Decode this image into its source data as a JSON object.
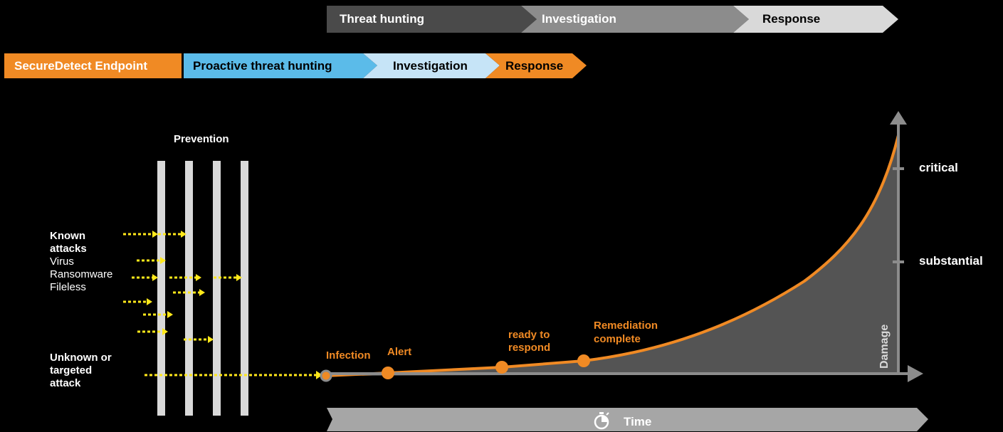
{
  "top_phases": [
    {
      "label": "Threat hunting"
    },
    {
      "label": "Investigation"
    },
    {
      "label": "Response"
    }
  ],
  "product_phases": [
    {
      "label": "SecureDetect Endpoint"
    },
    {
      "label": "Proactive threat hunting"
    },
    {
      "label": "Investigation"
    },
    {
      "label": "Response"
    }
  ],
  "prevention": {
    "title": "Prevention"
  },
  "known_attacks": {
    "heading_line1": "Known",
    "heading_line2": "attacks",
    "items": [
      "Virus",
      "Ransomware",
      "Fileless"
    ]
  },
  "unknown_attack": {
    "line1": "Unknown or",
    "line2": "targeted",
    "line3": "attack"
  },
  "timeline": {
    "events": [
      {
        "label": "Infection"
      },
      {
        "label": "Alert"
      },
      {
        "label_line1": "ready to",
        "label_line2": "respond"
      },
      {
        "label_line1": "Remediation",
        "label_line2": "complete"
      }
    ],
    "damage_levels": [
      "critical",
      "substantial"
    ],
    "y_axis_label": "Damage",
    "x_axis_label": "Time"
  },
  "colors": {
    "orange": "#f08a24",
    "light_blue": "#5bbbe9",
    "pale_blue": "#c6e4f7",
    "dark_gray": "#4a4a4a",
    "mid_gray": "#8c8c8c",
    "light_gray": "#d9d9d9",
    "arrow_yellow": "#ffe81a"
  },
  "icons": [
    "stopwatch-icon"
  ]
}
